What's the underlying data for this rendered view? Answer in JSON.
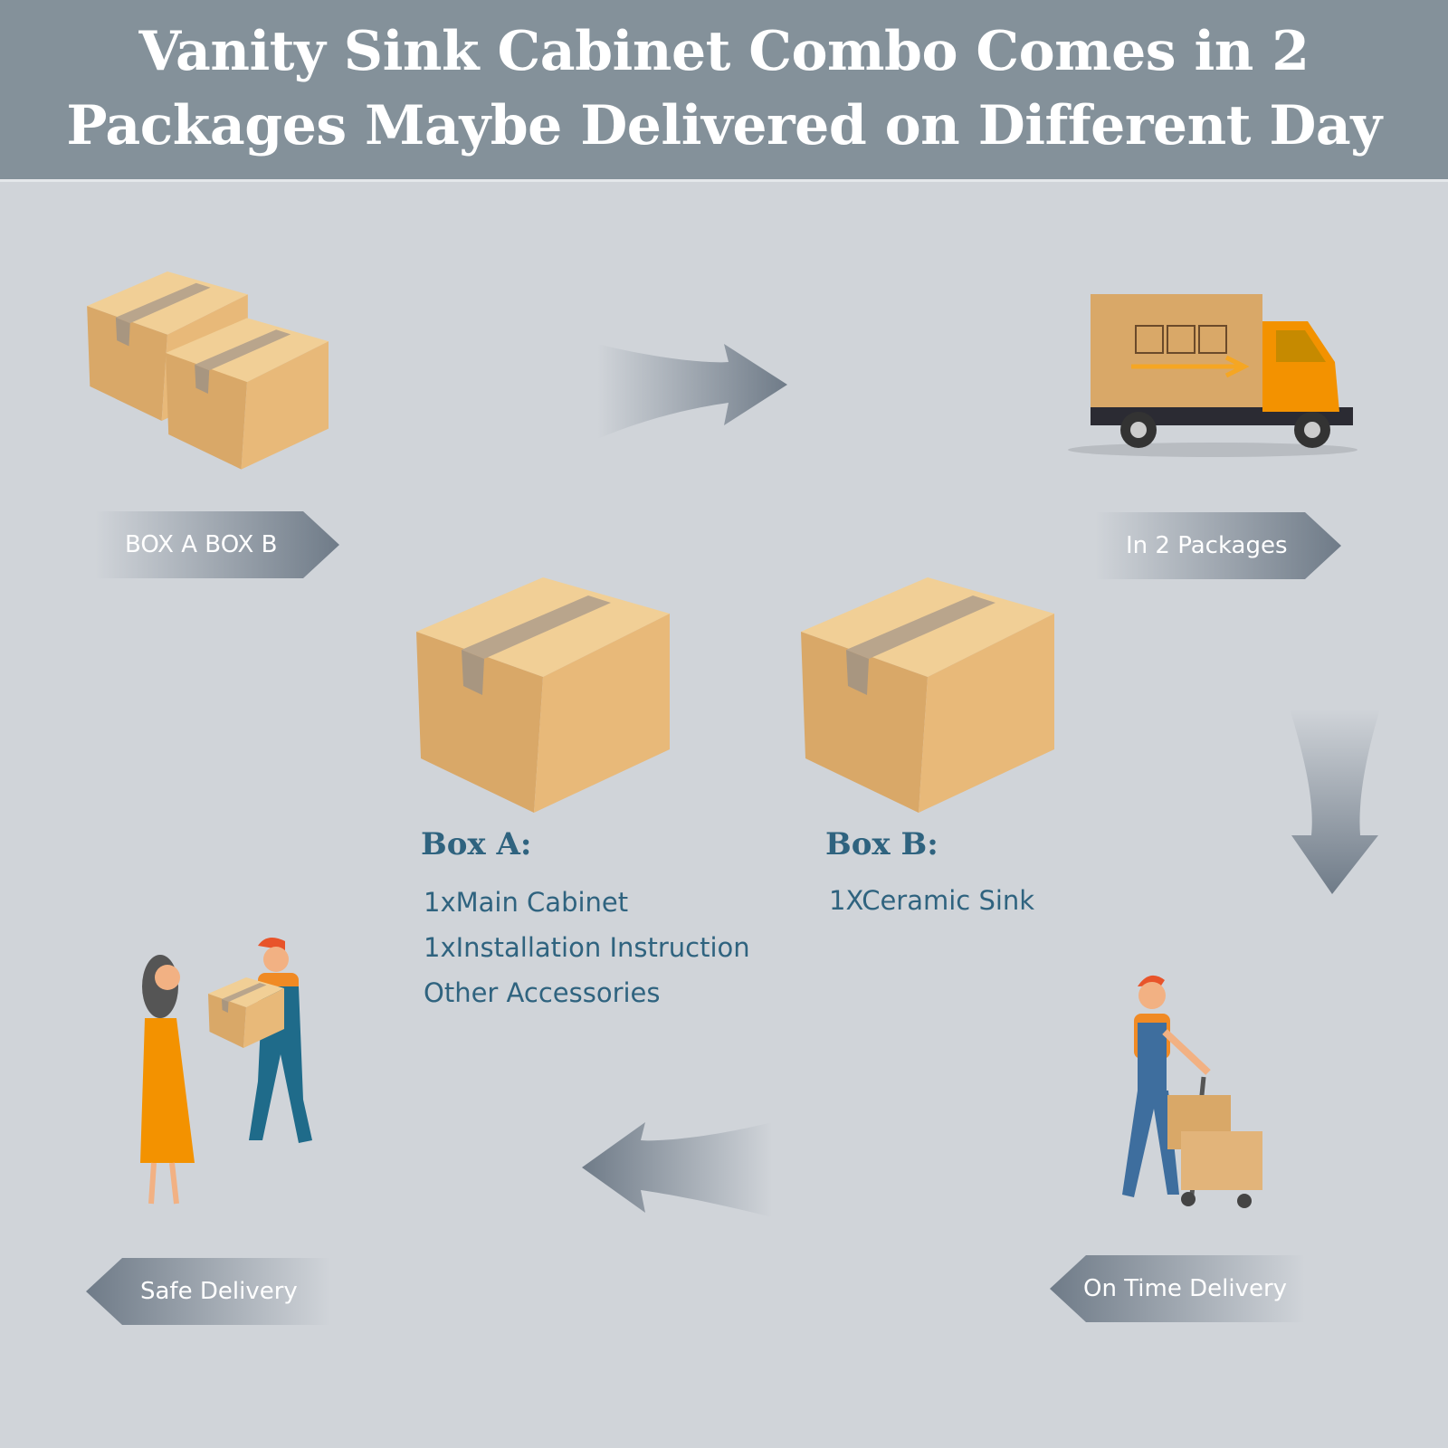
{
  "header": {
    "title_line1": "Vanity Sink Cabinet Combo Comes in 2",
    "title_line2": "Packages Maybe Delivered on Different Day"
  },
  "steps": {
    "boxes_label": "BOX A BOX B",
    "truck_label": "In 2 Packages",
    "on_time_label": "On Time Delivery",
    "safe_label": "Safe Delivery"
  },
  "box_a": {
    "title": "Box A:",
    "items": [
      "1xMain Cabinet",
      "1xInstallation Instruction",
      "Other Accessories"
    ]
  },
  "box_b": {
    "title": "Box B:",
    "items": [
      "1XCeramic Sink"
    ]
  },
  "colors": {
    "header": "#84919a",
    "background": "#d0d4d9",
    "text_accent": "#2f637f",
    "arrow": "#6f7b88"
  }
}
